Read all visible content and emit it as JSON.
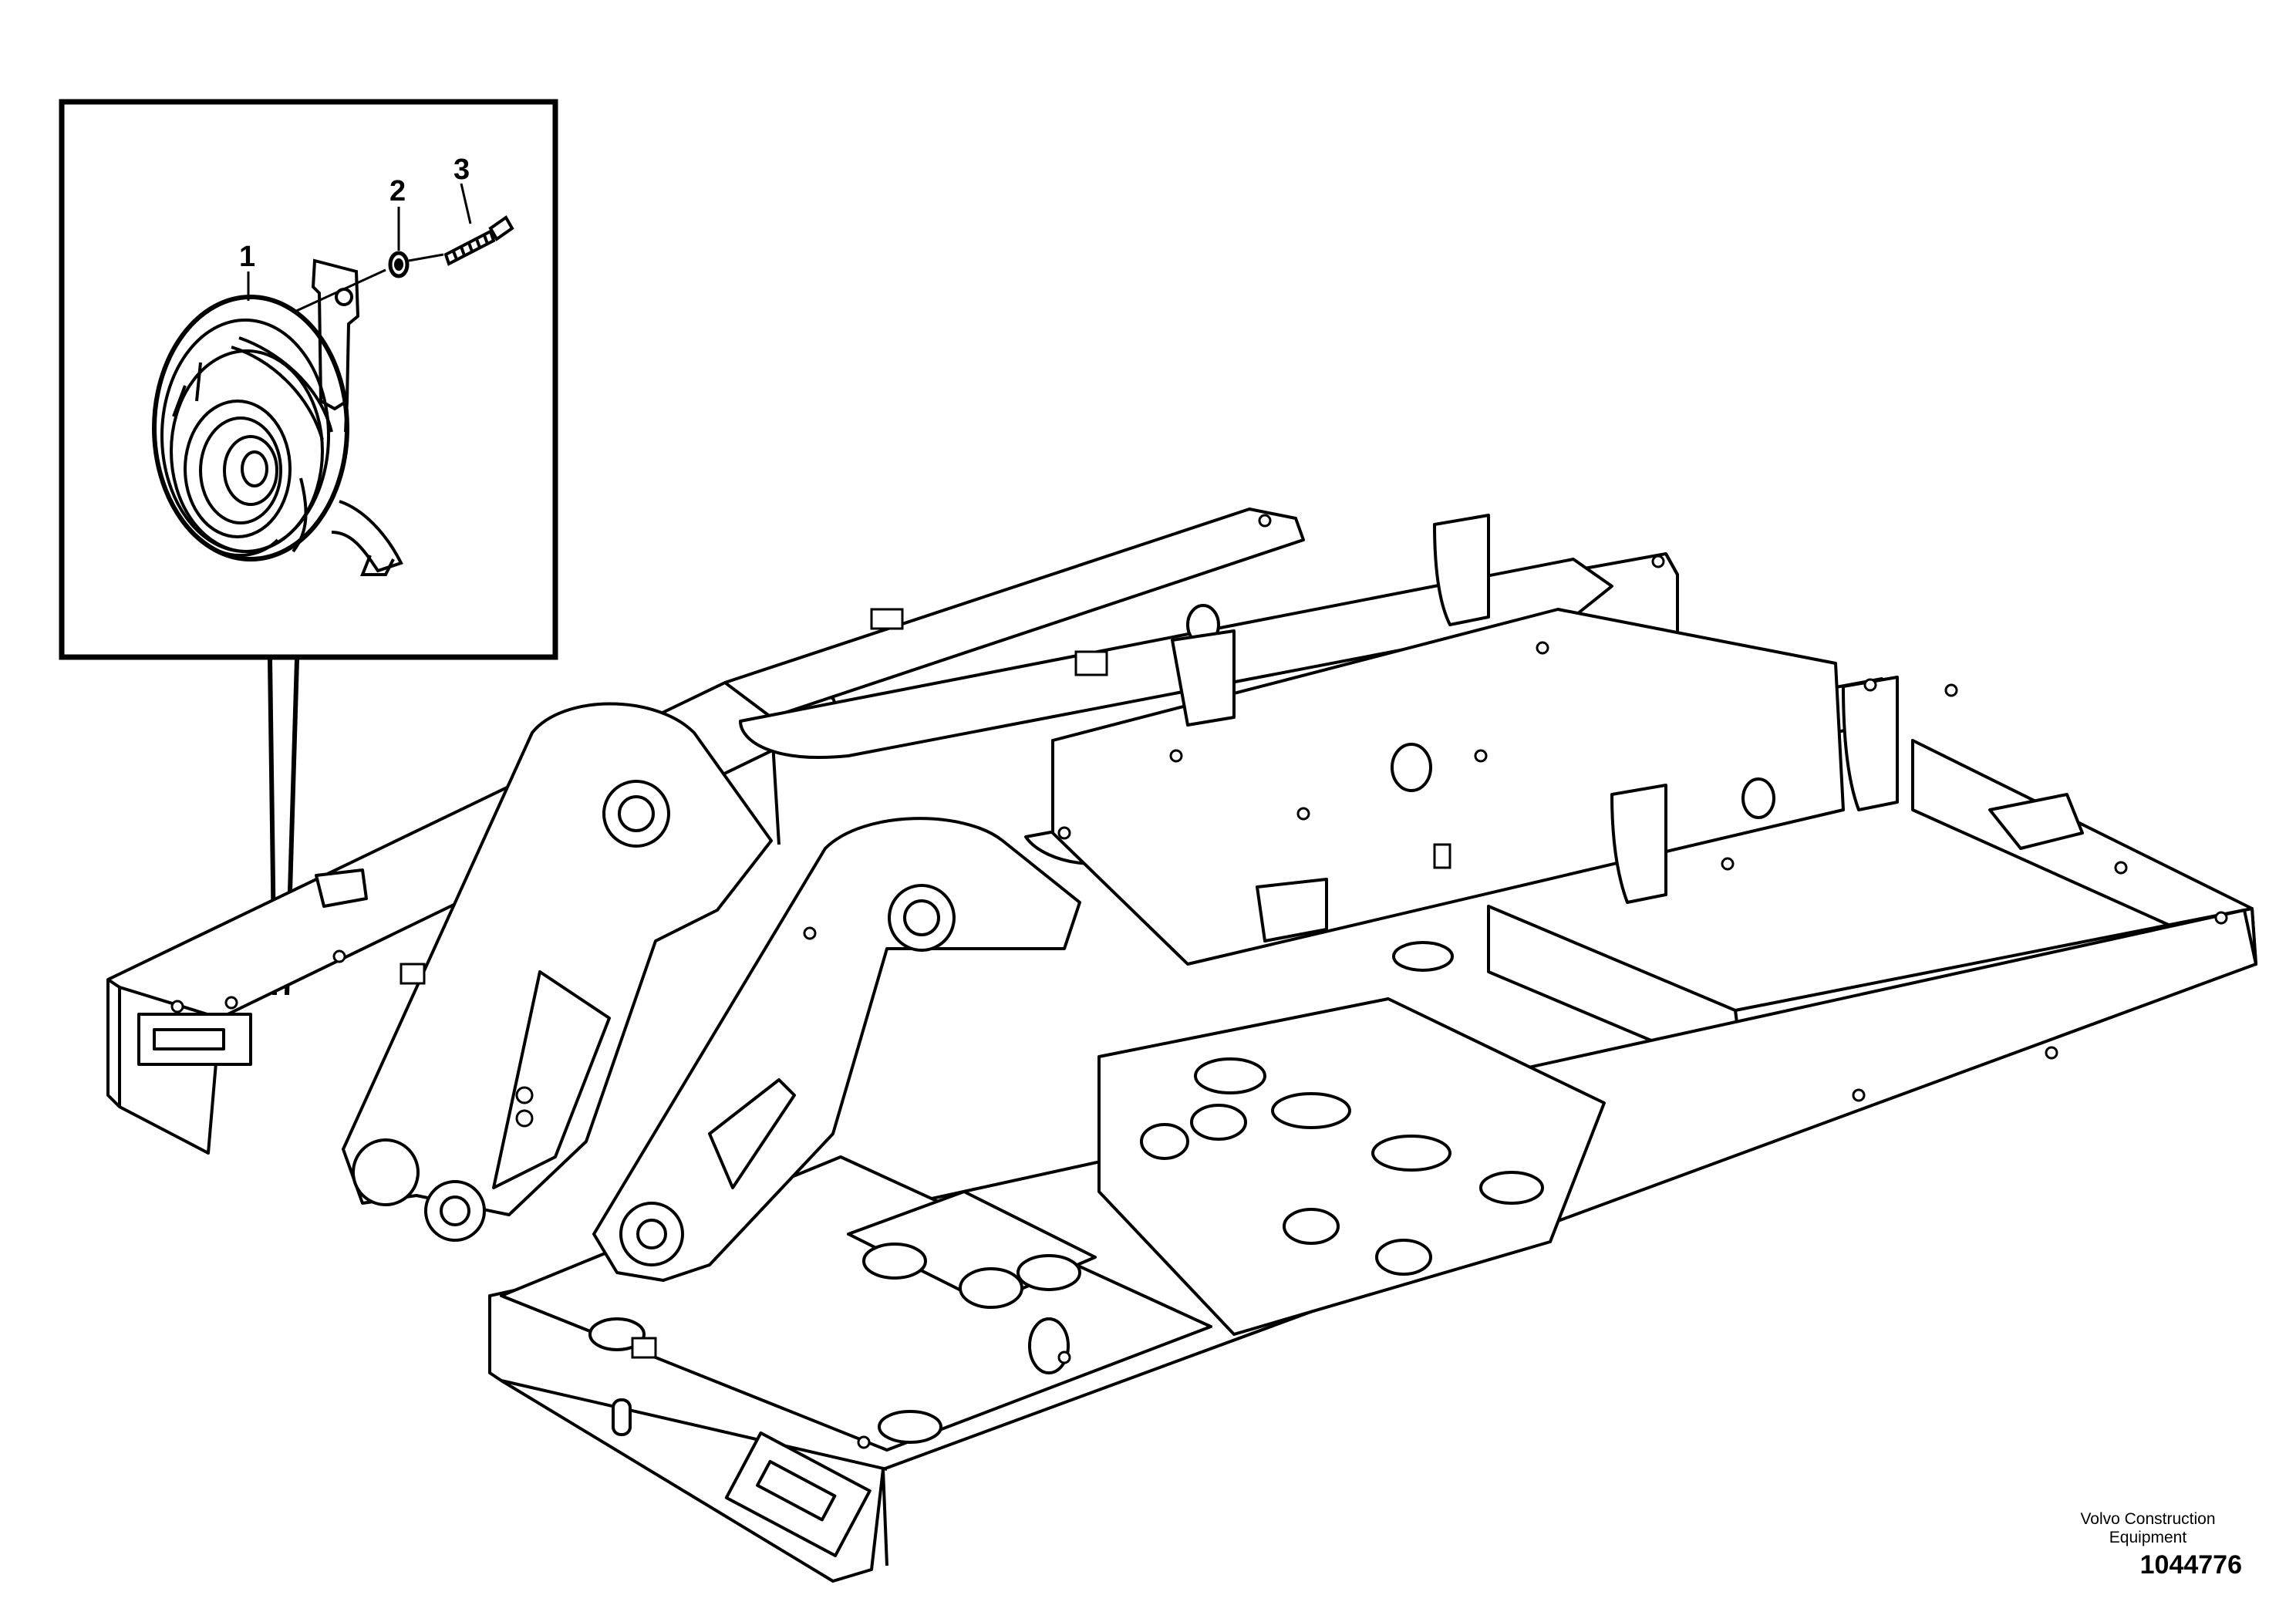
{
  "callouts": [
    {
      "id": "1",
      "label": "1"
    },
    {
      "id": "2",
      "label": "2"
    },
    {
      "id": "3",
      "label": "3"
    }
  ],
  "brand": {
    "line1": "Volvo Construction",
    "line2": "Equipment"
  },
  "reference_number": "1044776",
  "colors": {
    "ink": "#000000",
    "paper": "#ffffff"
  }
}
